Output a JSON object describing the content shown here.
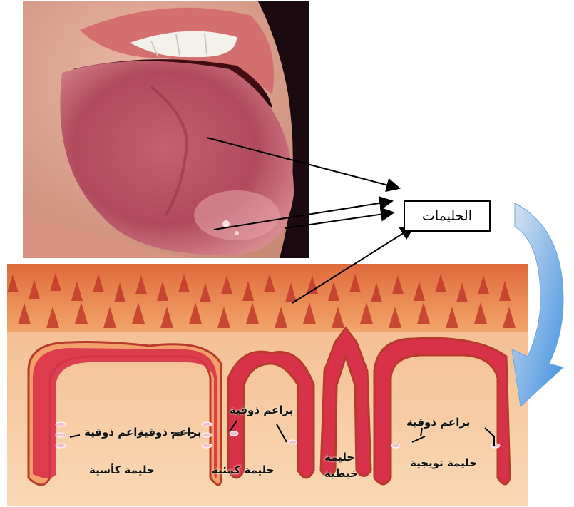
{
  "title_label": "الحليمات",
  "labels": {
    "taste_buds_left": "براعم ذوقية",
    "taste_buds_mid": "براعم ذوقية",
    "taste_buds_mid2": "براعم",
    "taste_buds_right": "براعم ذوقية",
    "circumvallate": "حليمة كأسية",
    "fungiform": "حليمة كمئية",
    "filiform_1": "حليمة",
    "filiform_2": "خيطية",
    "foliate": "حليمة تويجية"
  },
  "colors": {
    "tissue_red": "#c8283a",
    "tissue_orange": "#e8743a",
    "tissue_bg": "#f6c59a",
    "arrow_blue": "#8fb4d9"
  }
}
